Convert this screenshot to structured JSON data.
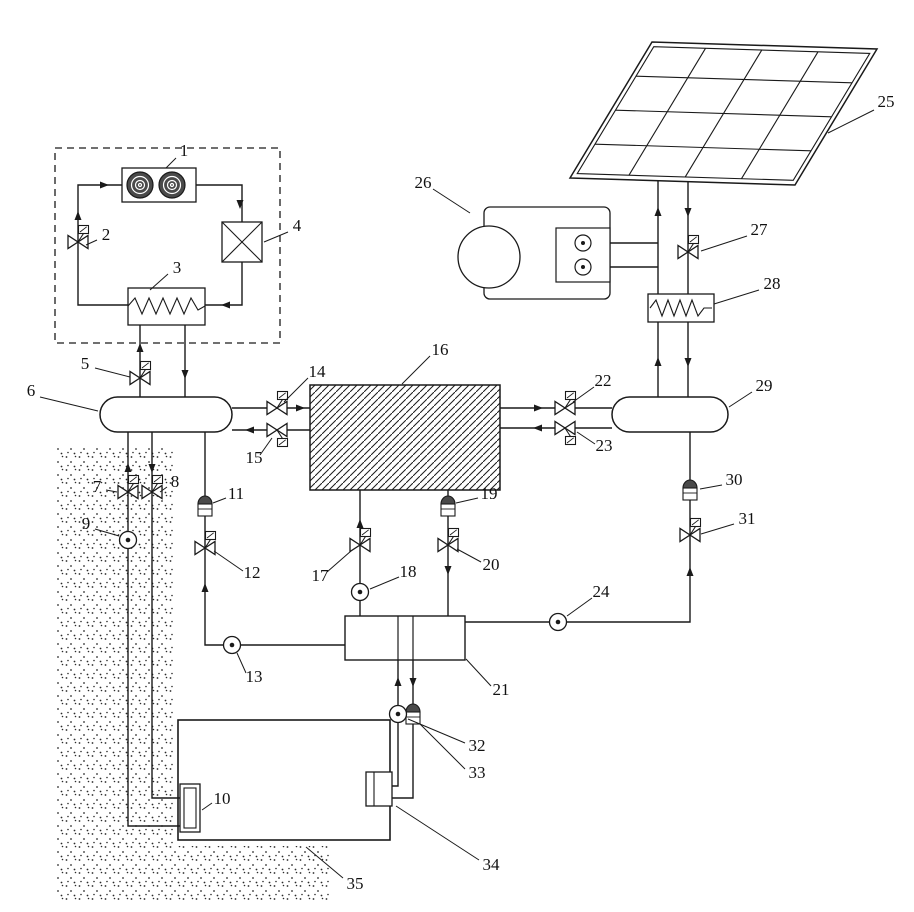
{
  "figure": {
    "kind": "patent-schematic",
    "background": "#ffffff",
    "ink": "#1a1a1a"
  },
  "labels": {
    "n1": "1",
    "n2": "2",
    "n3": "3",
    "n4": "4",
    "n5": "5",
    "n6": "6",
    "n7": "7",
    "n8": "8",
    "n9": "9",
    "n10": "10",
    "n11": "11",
    "n12": "12",
    "n13": "13",
    "n14": "14",
    "n15": "15",
    "n16": "16",
    "n17": "17",
    "n18": "18",
    "n19": "19",
    "n20": "20",
    "n21": "21",
    "n22": "22",
    "n23": "23",
    "n24": "24",
    "n25": "25",
    "n26": "26",
    "n27": "27",
    "n28": "28",
    "n29": "29",
    "n30": "30",
    "n31": "31",
    "n32": "32",
    "n33": "33",
    "n34": "34",
    "n35": "35"
  }
}
